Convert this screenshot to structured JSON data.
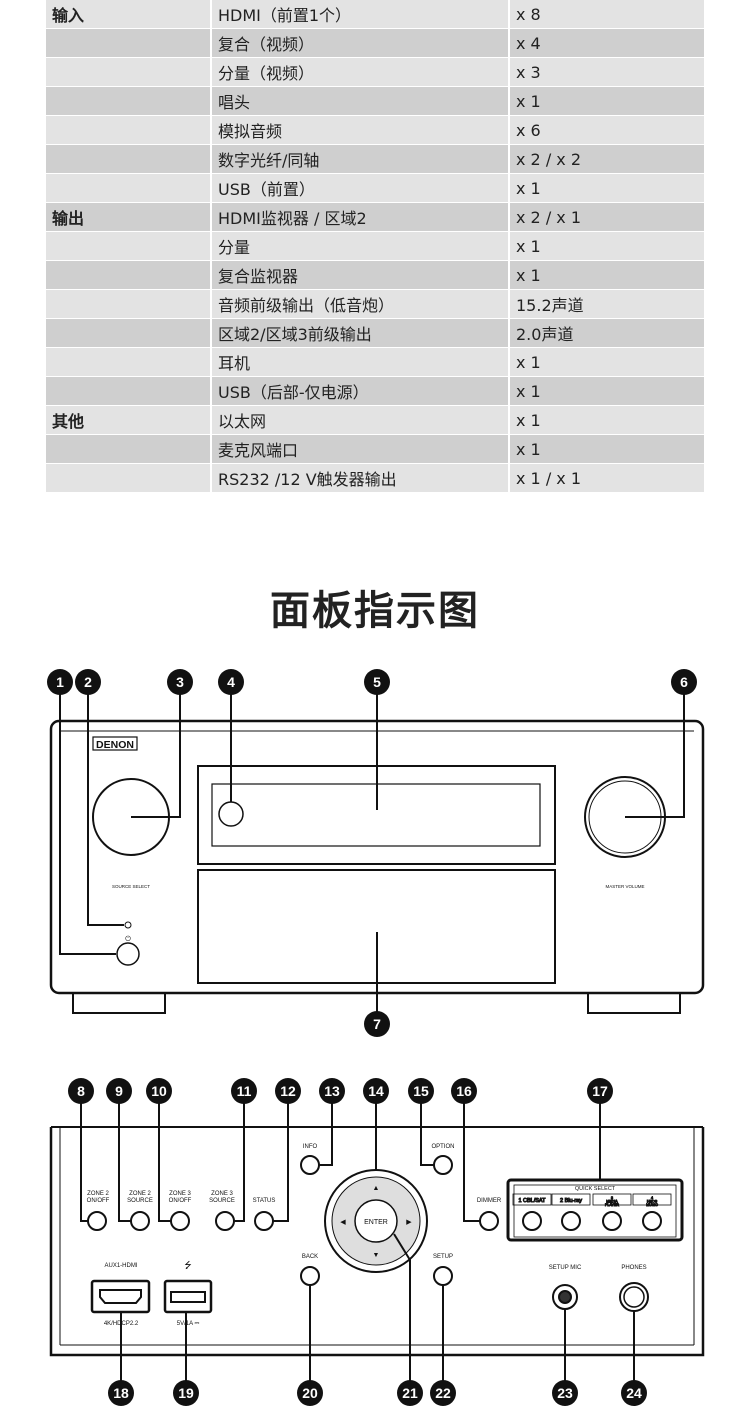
{
  "spec_table": {
    "rows": [
      {
        "group": "输入",
        "item": "HDMI（前置1个）",
        "qty": "x 8"
      },
      {
        "group": "",
        "item": "复合（视频）",
        "qty": "x 4"
      },
      {
        "group": "",
        "item": "分量（视频）",
        "qty": "x 3"
      },
      {
        "group": "",
        "item": "唱头",
        "qty": "x 1"
      },
      {
        "group": "",
        "item": "模拟音频",
        "qty": "x 6"
      },
      {
        "group": "",
        "item": "数字光纤/同轴",
        "qty": "x 2 / x 2"
      },
      {
        "group": "",
        "item": "USB（前置）",
        "qty": "x 1"
      },
      {
        "group": "输出",
        "item": "HDMI监视器 / 区域2",
        "qty": "x 2 / x 1"
      },
      {
        "group": "",
        "item": "分量",
        "qty": "x 1"
      },
      {
        "group": "",
        "item": "复合监视器",
        "qty": "x 1"
      },
      {
        "group": "",
        "item": "音频前级输出（低音炮）",
        "qty": "15.2声道"
      },
      {
        "group": "",
        "item": "区域2/区域3前级输出",
        "qty": "2.0声道"
      },
      {
        "group": "",
        "item": "耳机",
        "qty": "x 1"
      },
      {
        "group": "",
        "item": "USB（后部-仅电源）",
        "qty": "x 1"
      },
      {
        "group": "其他",
        "item": "以太网",
        "qty": "x 1"
      },
      {
        "group": "",
        "item": "麦克风端口",
        "qty": "x 1"
      },
      {
        "group": "",
        "item": "RS232 /12 V触发器输出",
        "qty": "x 1 / x 1"
      }
    ]
  },
  "section_title": "面板指示图",
  "front_panel": {
    "brand": "DENON",
    "source_select_label": "SOURCE SELECT",
    "master_volume_label": "MASTER VOLUME",
    "callouts": [
      "1",
      "2",
      "3",
      "4",
      "5",
      "6",
      "7"
    ]
  },
  "control_panel": {
    "zone2_onoff": [
      "ZONE 2",
      "ON/OFF"
    ],
    "zone2_source": [
      "ZONE 2",
      "SOURCE"
    ],
    "zone3_onoff": [
      "ZONE 3",
      "ON/OFF"
    ],
    "zone3_source": [
      "ZONE 3",
      "SOURCE"
    ],
    "status": "STATUS",
    "info": "INFO",
    "option": "OPTION",
    "dimmer": "DIMMER",
    "enter": "ENTER",
    "back": "BACK",
    "setup": "SETUP",
    "quick_select_title": "QUICK SELECT",
    "quick_select": [
      [
        "1 CBL/SAT"
      ],
      [
        "2 Blu-ray"
      ],
      [
        "3",
        "MEDIA",
        "PLAYER"
      ],
      [
        "4",
        "HEOS",
        "MUSIC"
      ]
    ],
    "aux_hdmi_label": "AUX1-HDMI",
    "aux_hdmi_sub": "4K/HDCP2.2",
    "usb_sub": "5V/1A ⎓",
    "setup_mic": "SETUP MIC",
    "phones": "PHONES",
    "callouts": [
      "8",
      "9",
      "10",
      "11",
      "12",
      "13",
      "14",
      "15",
      "16",
      "17",
      "18",
      "19",
      "20",
      "21",
      "22",
      "23",
      "24"
    ]
  }
}
